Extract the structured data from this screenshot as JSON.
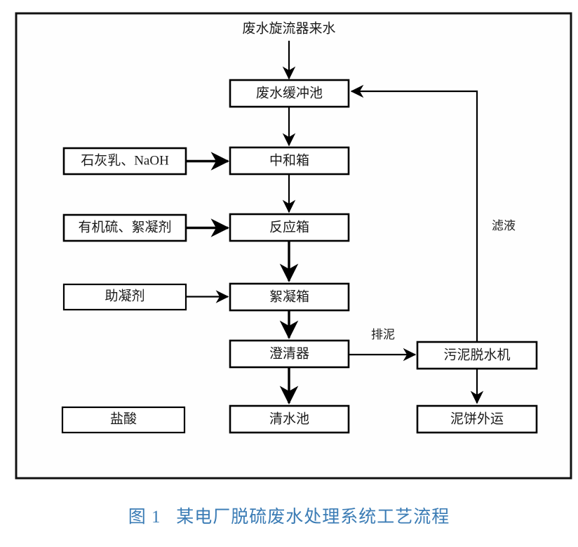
{
  "figure": {
    "caption_number": "图 1",
    "caption_text": "某电厂脱硫废水处理系统工艺流程",
    "caption_full": "图 1   某电厂脱硫废水处理系统工艺流程",
    "caption_color": "#3b7cb5",
    "frame_color": "#111111",
    "box_stroke_color": "#000000",
    "background_color": "#ffffff"
  },
  "diagram": {
    "type": "flowchart",
    "orientation": "top-to-bottom",
    "inlet_label": "废水旋流器来水",
    "main_chain": [
      {
        "id": "buffer",
        "label": "废水缓冲池"
      },
      {
        "id": "neutralize",
        "label": "中和箱"
      },
      {
        "id": "reaction",
        "label": "反应箱"
      },
      {
        "id": "flocculation",
        "label": "絮凝箱"
      },
      {
        "id": "clarifier",
        "label": "澄清器"
      },
      {
        "id": "clearwater",
        "label": "清水池"
      }
    ],
    "reagents": [
      {
        "id": "lime",
        "label": "石灰乳、NaOH",
        "target": "neutralize"
      },
      {
        "id": "organosulfur",
        "label": "有机硫、絮凝剂",
        "target": "reaction"
      },
      {
        "id": "coagulant_aid",
        "label": "助凝剂",
        "target": "flocculation"
      },
      {
        "id": "hydrochloric",
        "label": "盐酸",
        "target": ""
      }
    ],
    "sludge_chain": [
      {
        "id": "dewaterer",
        "label": "污泥脱水机"
      },
      {
        "id": "mudcake",
        "label": "泥饼外运"
      }
    ],
    "edge_labels": [
      {
        "id": "sludge_discharge",
        "label": "排泥",
        "from": "clarifier",
        "to": "dewaterer"
      },
      {
        "id": "filtrate",
        "label": "滤液",
        "from": "dewaterer",
        "to": "buffer"
      }
    ]
  }
}
